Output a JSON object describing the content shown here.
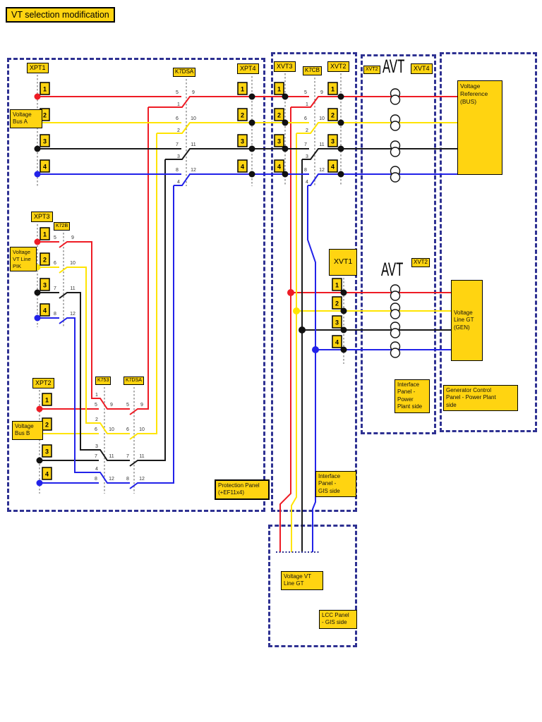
{
  "title": "VT selection modification",
  "terminals": [
    "1",
    "2",
    "3",
    "4"
  ],
  "contact_rows": [
    {
      "feed": "1",
      "upper": "5",
      "output": "9"
    },
    {
      "feed": "2",
      "upper": "6",
      "output": "10"
    },
    {
      "feed": "3",
      "upper": "7",
      "output": "11"
    },
    {
      "feed": "4",
      "upper": "8",
      "output": "12"
    }
  ],
  "tags": {
    "xpt1": "XPT1",
    "xpt2": "XPT2",
    "xpt3": "XPT3",
    "xpt4": "XPT4",
    "xvt3": "XVT3",
    "xvt2_gis": "XVT2",
    "xvt1": "XVT1",
    "xvt2_pp_top": "XVT2",
    "xvt4": "XVT4",
    "xvt2_pp_mid": "XVT2",
    "k7dsa_top": "K7DSA",
    "k7cb": "K7CB",
    "k72b": "K72B",
    "k753": "K753",
    "k7dsa_bottom": "K7DSA",
    "avt_top": "AVT",
    "avt_mid": "AVT"
  },
  "labels": {
    "voltage_bus_a": "Voltage\nBus A",
    "voltage_vt_line_pik": "Voltage\nVT Line\nPIK",
    "voltage_bus_b": "Voltage\nBus B",
    "voltage_reference": "Voltage\nReference\n(BUS)",
    "voltage_line_gt": "Voltage\nLine GT\n(GEN)",
    "voltage_vt_line_gt": "Voltage VT\nLine GT"
  },
  "panels": {
    "protection": "Protection Panel\n(+EF11x4)",
    "interface_gis": "Interface\nPanel -\nGIS side",
    "interface_pp": "Interface\nPanel -\nPower\nPlant side",
    "gen_control": "Generator Control\nPanel - Power Plant\nside",
    "lcc": "LCC Panel\n- GIS side"
  },
  "colors": {
    "wire_red": "#ee1c25",
    "wire_yellow": "#ffe400",
    "wire_black": "#1a1a1a",
    "wire_blue": "#2222e9",
    "label_bg": "#FFD411",
    "panel_border": "#2e3192"
  }
}
